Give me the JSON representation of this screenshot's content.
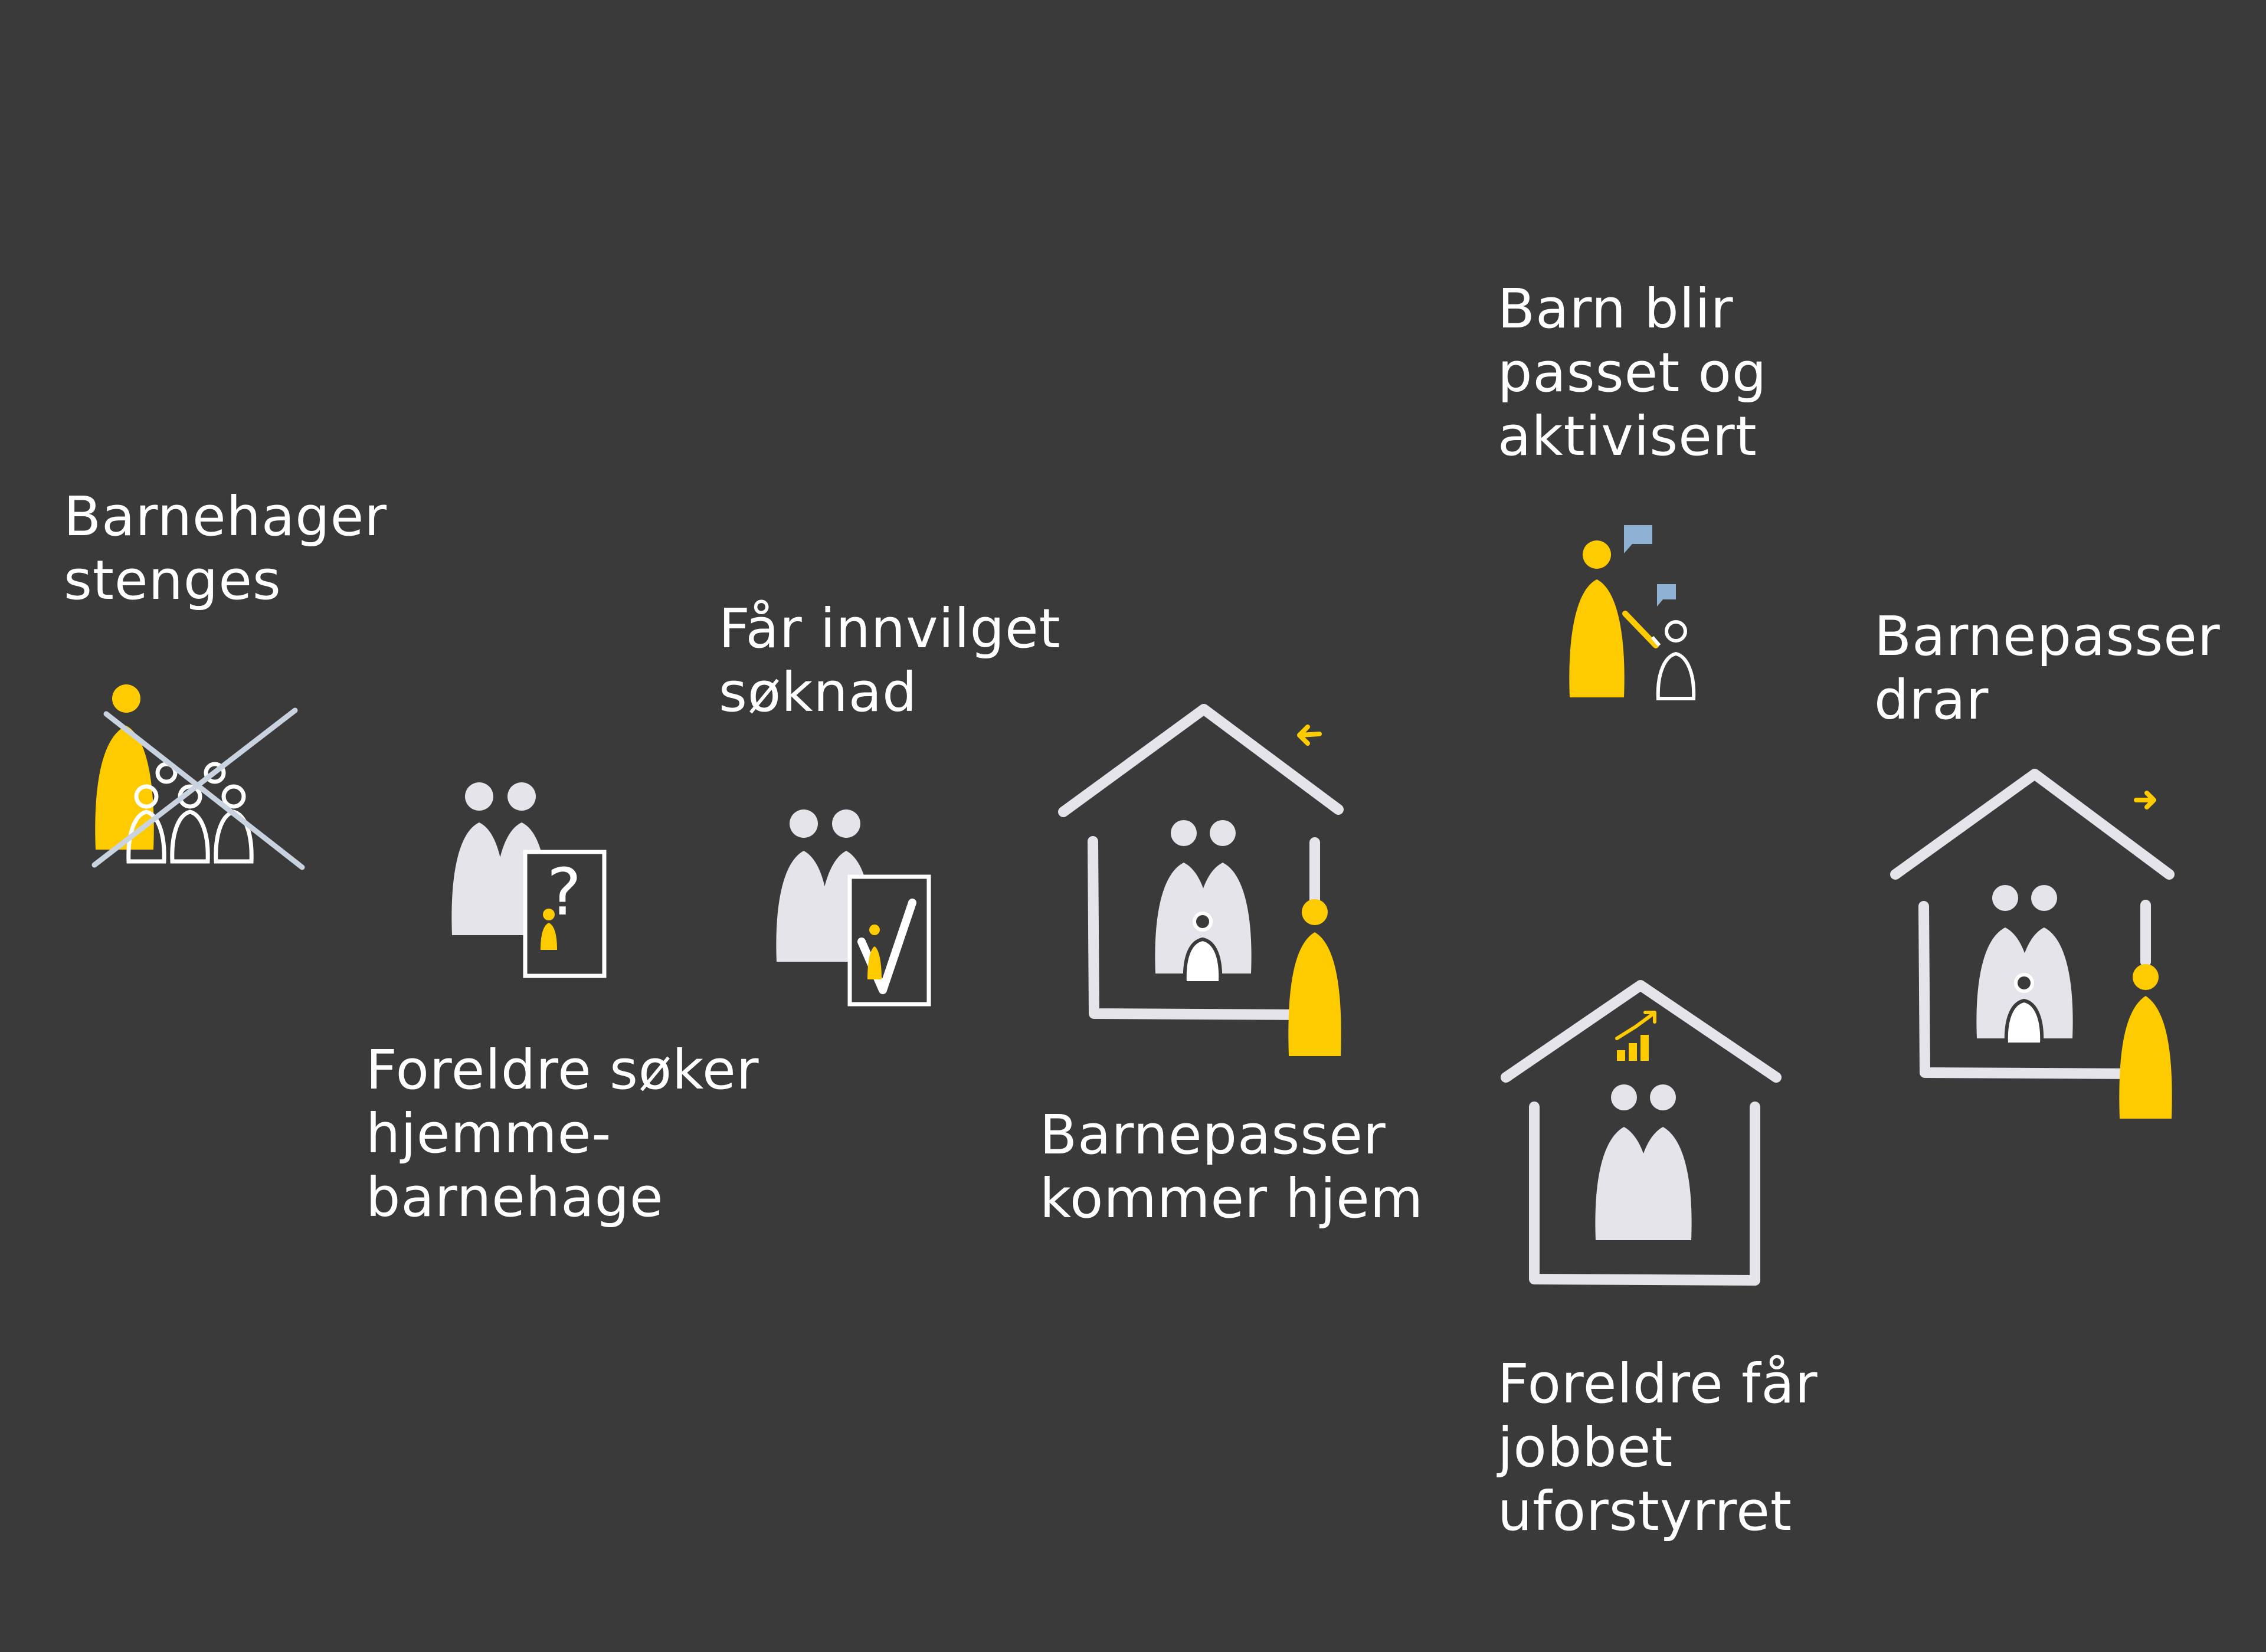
{
  "colors": {
    "background": "#3a3a3a",
    "text": "#ffffff",
    "figure_light": "#e4e4ea",
    "figure_accent": "#fecb00",
    "speech_bubble": "#8fb1d3",
    "cross": "#c9d3df",
    "outline": "#ffffff"
  },
  "steps": [
    {
      "lines": [
        "Barnehager",
        "stenges"
      ],
      "icon": "closed-kindergarten-icon"
    },
    {
      "lines": [
        "Foreldre søker",
        "hjemme-",
        "barnehage"
      ],
      "icon": "parents-applying-icon"
    },
    {
      "lines": [
        "Får innvilget",
        "søknad"
      ],
      "icon": "application-approved-icon"
    },
    {
      "lines": [
        "Barnepasser",
        "kommer hjem"
      ],
      "icon": "babysitter-arrives-house-icon"
    },
    {
      "lines": [
        "Barn blir",
        "passet og",
        "aktivisert"
      ],
      "icon": "babysitter-with-child-icon"
    },
    {
      "lines": [
        "Foreldre får",
        "jobbet",
        "uforstyrret"
      ],
      "icon": "parents-working-house-icon"
    },
    {
      "lines": [
        "Barnepasser",
        "drar"
      ],
      "icon": "babysitter-leaves-house-icon"
    }
  ]
}
